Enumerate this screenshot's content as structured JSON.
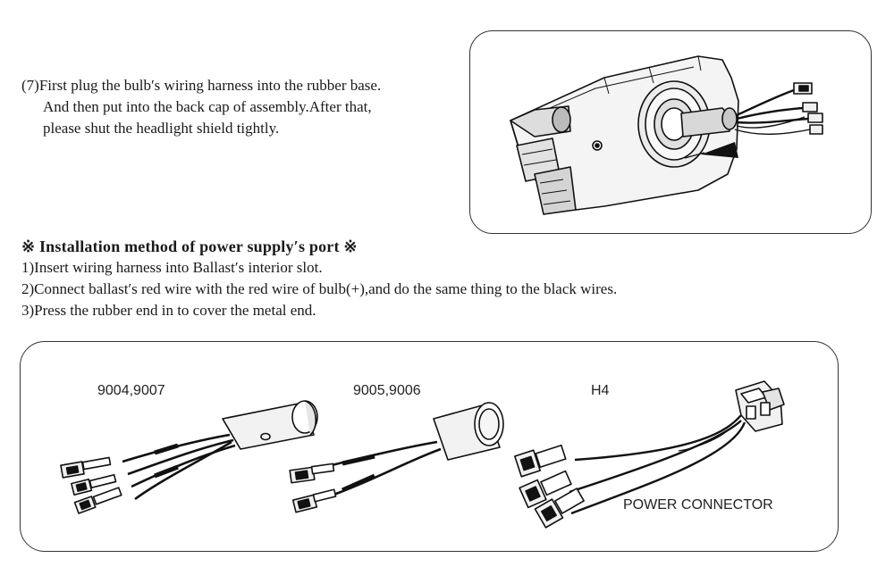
{
  "step7": {
    "line1": "(7)First plug the bulb′s wiring harness into the rubber base.",
    "line2": "And then put into the back cap of assembly.After that,",
    "line3": "please shut the headlight shield tightly."
  },
  "installation": {
    "heading": "※ Installation method of power supply′s port ※",
    "step1": "1)Insert wiring harness into Ballast′s interior slot.",
    "step2": "2)Connect ballast′s red wire with the red wire of bulb(+),and do the same thing to the black wires.",
    "step3": "3)Press the rubber end in to cover the metal end."
  },
  "connectors": {
    "label_a": "9004,9007",
    "label_b": "9005,9006",
    "label_c": "H4",
    "caption": "POWER CONNECTOR"
  },
  "icons": {
    "top_illustration": "headlight-assembly-illustration",
    "arrow": "insert-arrow-icon",
    "connector_a": "9004-9007-connector-illustration",
    "connector_b": "9005-9006-connector-illustration",
    "connector_c": "h4-power-connector-illustration"
  }
}
